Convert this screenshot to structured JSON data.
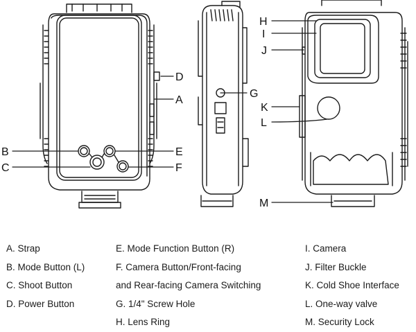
{
  "callouts": {
    "A": "A",
    "B": "B",
    "C": "C",
    "D": "D",
    "E": "E",
    "F": "F",
    "G": "G",
    "H": "H",
    "I": "I",
    "J": "J",
    "K": "K",
    "L": "L",
    "M": "M"
  },
  "legend": {
    "col1": [
      "A. Strap",
      "B. Mode Button (L)",
      "C. Shoot Button",
      "D. Power Button"
    ],
    "col2": [
      "E. Mode Function Button (R)",
      "F. Camera Button/Front-facing",
      "and Rear-facing Camera Switching",
      "G. 1/4\" Screw Hole",
      "H. Lens Ring"
    ],
    "col3": [
      "I. Camera",
      "J. Filter Buckle",
      "K. Cold Shoe Interface",
      "L. One-way valve",
      "M. Security Lock"
    ]
  },
  "colors": {
    "line": "#1a1a1a",
    "background": "#ffffff"
  }
}
